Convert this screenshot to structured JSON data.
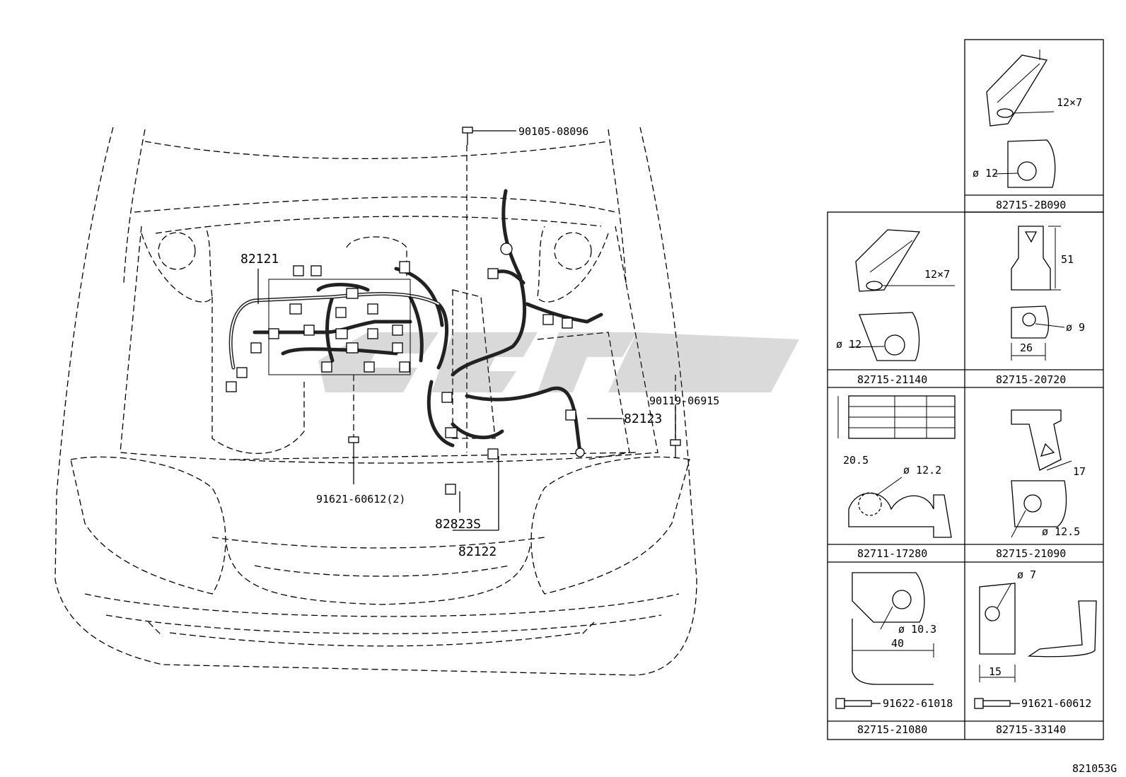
{
  "diagram_code": "821053G",
  "main_labels": {
    "bolt_top": "90105-08096",
    "harness_left": "82121",
    "bolt_right": "90119-06915",
    "harness_right": "82123",
    "bolt_bottom": "91621-60612(2)",
    "clamp": "82823S",
    "harness_bottom": "82122"
  },
  "detail_panels": [
    {
      "part": "82715-2B090",
      "dims": [
        "12×7",
        "ø 12"
      ]
    },
    {
      "part": "82715-21140",
      "dims": [
        "12×7",
        "ø 12"
      ]
    },
    {
      "part": "82715-20720",
      "dims": [
        "51",
        "ø 9",
        "26"
      ]
    },
    {
      "part": "82711-17280",
      "dims": [
        "20.5",
        "ø 12.2"
      ]
    },
    {
      "part": "82715-21090",
      "dims": [
        "17",
        "ø 12.5"
      ]
    },
    {
      "part": "82715-21080",
      "dims": [
        "ø 10.3",
        "40"
      ],
      "bolt": "91622-61018"
    },
    {
      "part": "82715-33140",
      "dims": [
        "ø 7",
        "15"
      ],
      "bolt": "91621-60612"
    }
  ]
}
